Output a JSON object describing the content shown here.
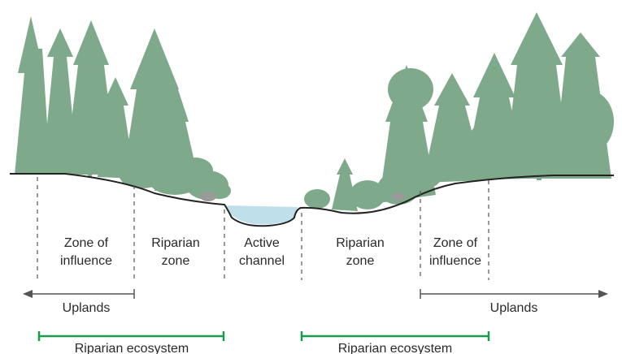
{
  "colors": {
    "tree": "#7ea98a",
    "tree_dark": "#6f9c7c",
    "ground": "#222222",
    "water": "#bfe0ea",
    "divider": "#555555",
    "uplands_arrow": "#555555",
    "ecosystem_bar": "#1a9b4b",
    "text": "#2a2a2a"
  },
  "zones": [
    {
      "line1": "Zone of",
      "line2": "influence"
    },
    {
      "line1": "Riparian",
      "line2": "zone"
    },
    {
      "line1": "Active",
      "line2": "channel"
    },
    {
      "line1": "Riparian",
      "line2": "zone"
    },
    {
      "line1": "Zone of",
      "line2": "influence"
    }
  ],
  "uplands": {
    "left_label": "Uplands",
    "right_label": "Uplands"
  },
  "ecosystem": {
    "left_label": "Riparian ecosystem",
    "right_label": "Riparian ecosystem"
  },
  "icons": {
    "trees": "conifer-tree",
    "shrubs": "shrub",
    "water": "river-channel"
  }
}
